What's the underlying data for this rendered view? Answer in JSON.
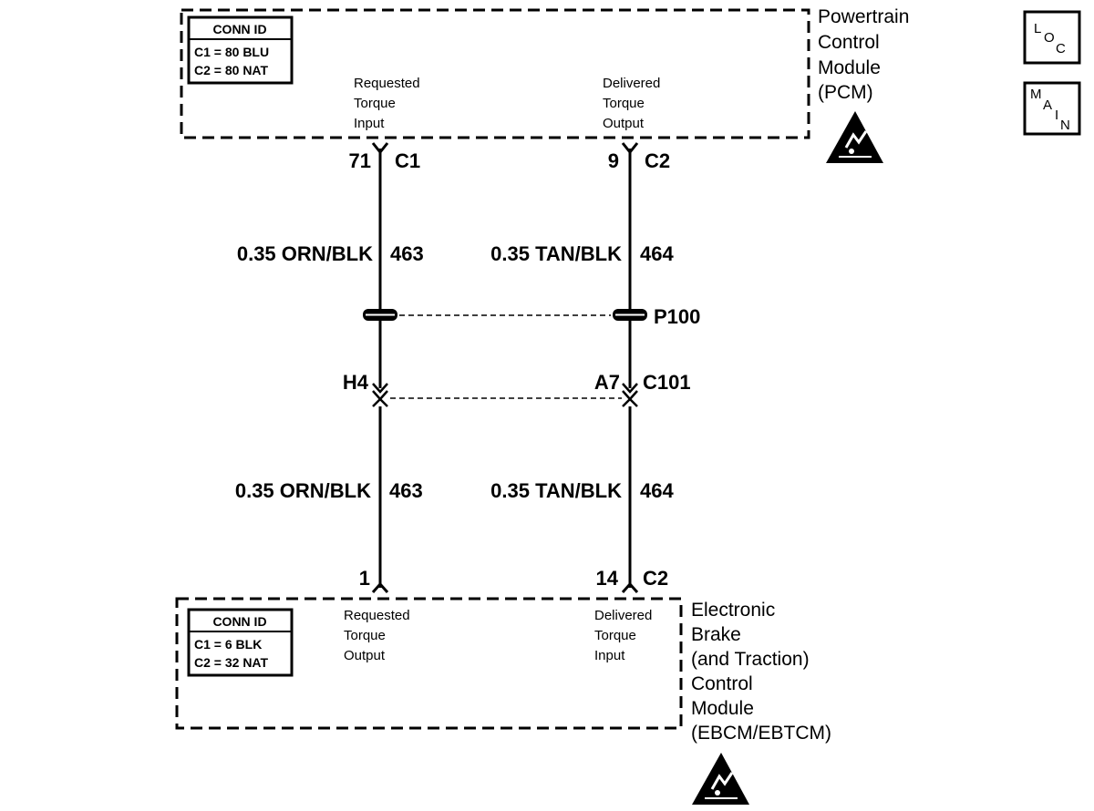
{
  "pcm": {
    "name_lines": [
      "Powertrain",
      "Control",
      "Module",
      "(PCM)"
    ],
    "conn_id": {
      "header": "CONN ID",
      "rows": [
        "C1 = 80 BLU",
        "C2 = 80 NAT"
      ]
    },
    "pin_labels": {
      "left": [
        "Requested",
        "Torque",
        "Input"
      ],
      "right": [
        "Delivered",
        "Torque",
        "Output"
      ]
    }
  },
  "ebcm": {
    "name_lines": [
      "Electronic",
      "Brake",
      "(and Traction)",
      "Control",
      "Module",
      "(EBCM/EBTCM)"
    ],
    "conn_id": {
      "header": "CONN ID",
      "rows": [
        "C1 = 6 BLK",
        "C2 = 32 NAT"
      ]
    },
    "pin_labels": {
      "left": [
        "Requested",
        "Torque",
        "Output"
      ],
      "right": [
        "Delivered",
        "Torque",
        "Input"
      ]
    }
  },
  "circuits": {
    "left": {
      "top_pin": "71",
      "top_conn": "C1",
      "upper_wire": {
        "gauge_color": "0.35 ORN/BLK",
        "circuit": "463"
      },
      "mid_pin": "H4",
      "lower_wire": {
        "gauge_color": "0.35 ORN/BLK",
        "circuit": "463"
      },
      "bottom_pin": "1"
    },
    "right": {
      "top_pin": "9",
      "top_conn": "C2",
      "upper_wire": {
        "gauge_color": "0.35 TAN/BLK",
        "circuit": "464"
      },
      "splice": "P100",
      "mid_pin": "A7",
      "mid_conn": "C101",
      "lower_wire": {
        "gauge_color": "0.35 TAN/BLK",
        "circuit": "464"
      },
      "bottom_pin": "14",
      "bottom_conn": "C2"
    }
  },
  "side_buttons": {
    "loc": [
      "L",
      "O",
      "C"
    ],
    "main": [
      "M",
      "A",
      "I",
      "N"
    ]
  },
  "icons": [
    "esd-warning-icon",
    "esd-warning-icon"
  ],
  "colors": {
    "ink": "#000000",
    "paper": "#ffffff"
  }
}
